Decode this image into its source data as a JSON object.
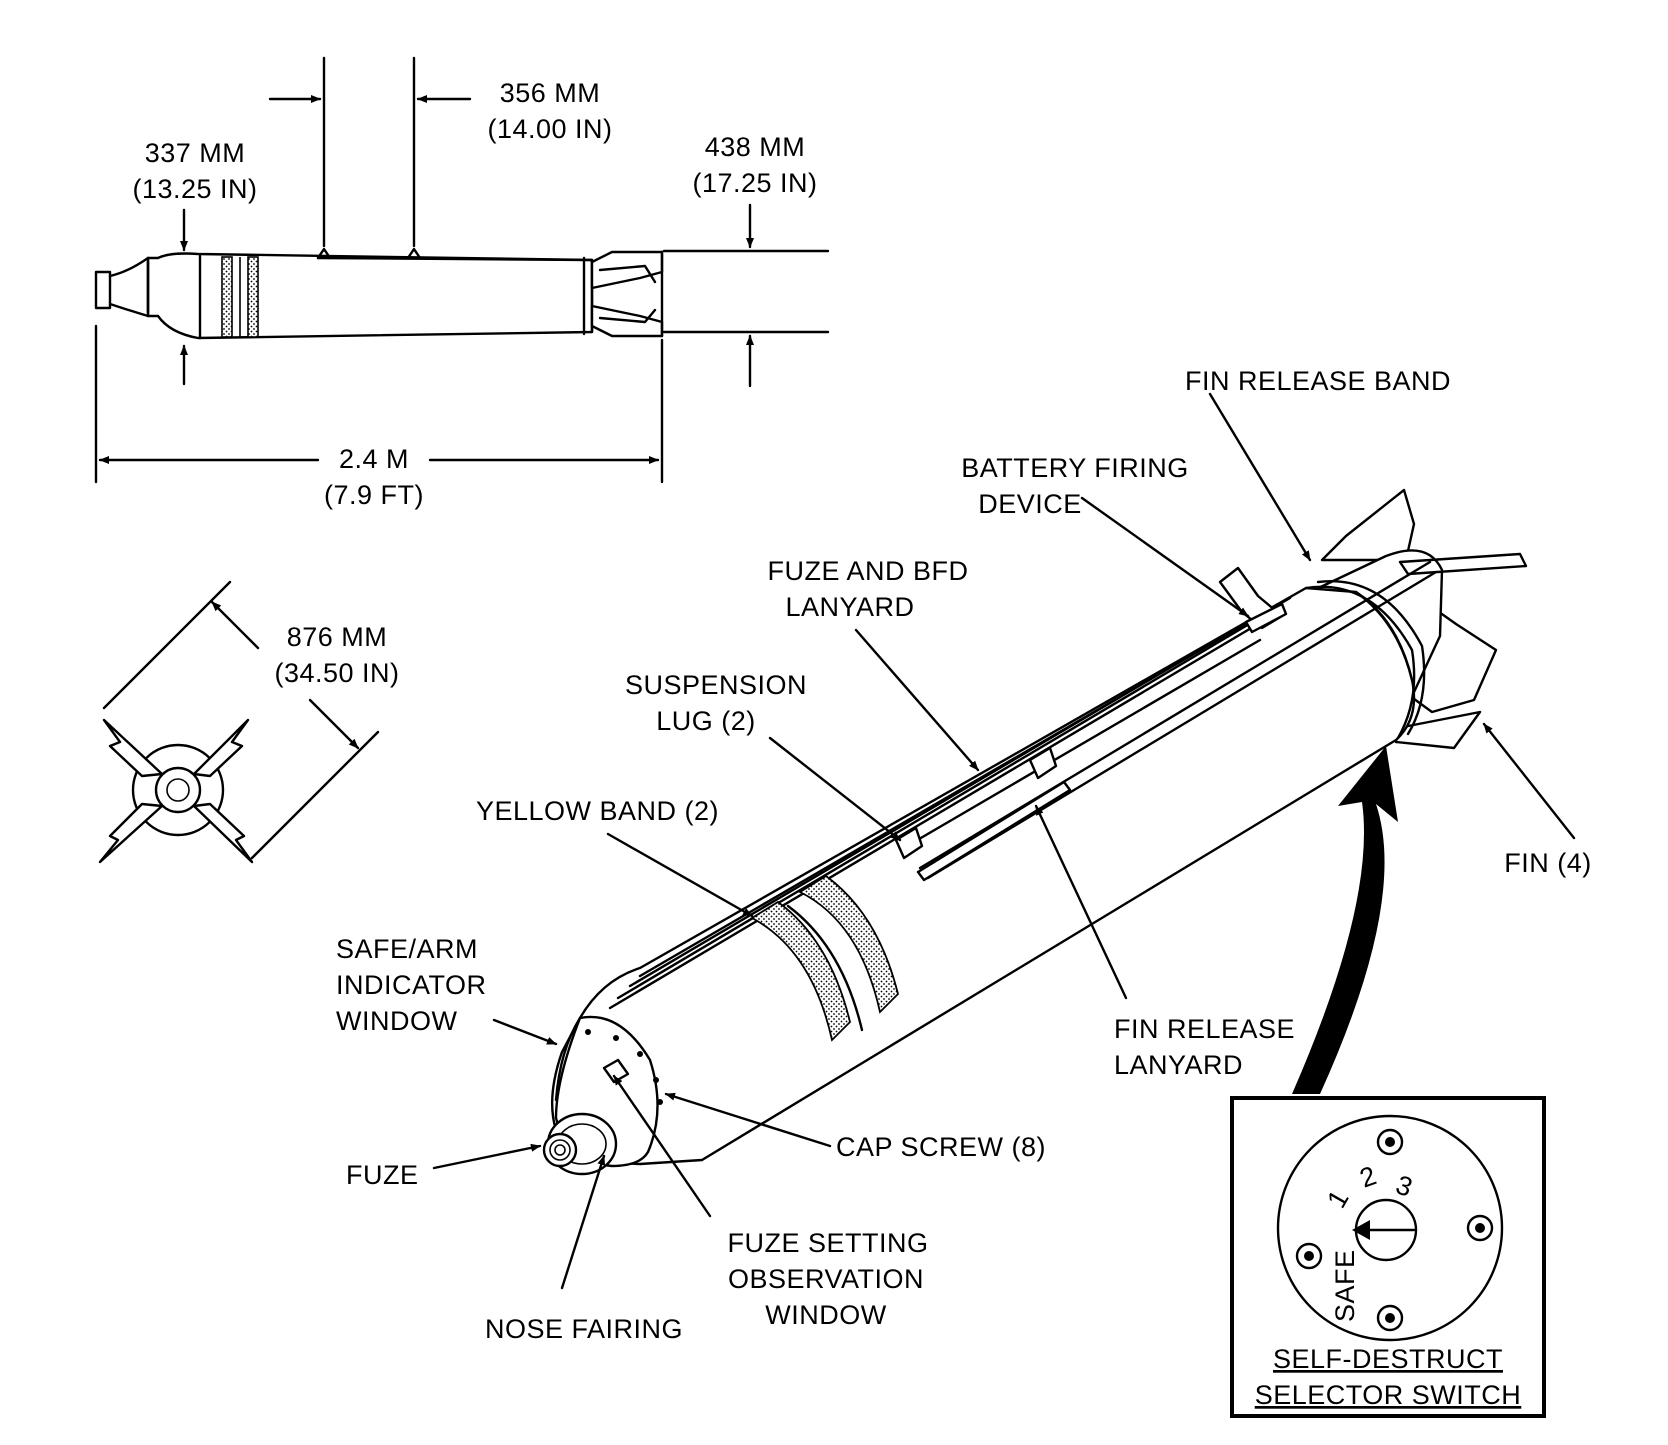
{
  "side_view": {
    "dim_337_mm": "337 MM",
    "dim_337_in": "(13.25 IN)",
    "dim_356_mm": "356 MM",
    "dim_356_in": "(14.00 IN)",
    "dim_438_mm": "438 MM",
    "dim_438_in": "(17.25 IN)",
    "dim_length_m": "2.4 M",
    "dim_length_ft": "(7.9 FT)"
  },
  "rear_view": {
    "dim_876_mm": "876 MM",
    "dim_876_in": "(34.50 IN)"
  },
  "labels": {
    "fin_release_band": "FIN RELEASE BAND",
    "battery_firing_1": "BATTERY FIRING",
    "battery_firing_2": "DEVICE",
    "fuze_bfd_1": "FUZE AND BFD",
    "fuze_bfd_2": "LANYARD",
    "suspension_1": "SUSPENSION",
    "suspension_2": "LUG (2)",
    "yellow_band": "YELLOW BAND (2)",
    "safe_arm_1": "SAFE/ARM",
    "safe_arm_2": "INDICATOR",
    "safe_arm_3": "WINDOW",
    "fin": "FIN (4)",
    "fin_release_lanyard_1": "FIN RELEASE",
    "fin_release_lanyard_2": "LANYARD",
    "cap_screw": "CAP SCREW (8)",
    "fuze": "FUZE",
    "fuze_setting_1": "FUZE SETTING",
    "fuze_setting_2": "OBSERVATION",
    "fuze_setting_3": "WINDOW",
    "nose_fairing": "NOSE FAIRING"
  },
  "selector_switch": {
    "pos_1": "1",
    "pos_2": "2",
    "pos_3": "3",
    "safe": "SAFE",
    "title_1": "SELF-DESTRUCT",
    "title_2": "SELECTOR SWITCH"
  }
}
